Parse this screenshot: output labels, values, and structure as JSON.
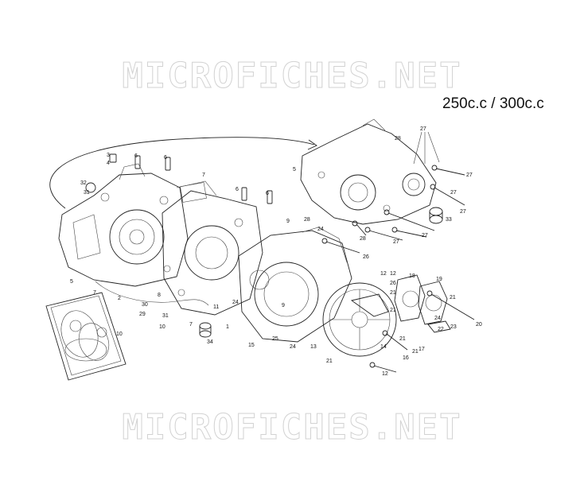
{
  "watermark": {
    "top": "MICROFICHES.NET",
    "bottom": "MICROFICHES.NET"
  },
  "variant_label": "250c.c / 300c.c",
  "part_labels": [
    "1",
    "2",
    "3",
    "4",
    "5",
    "6",
    "7",
    "8",
    "9",
    "10",
    "11",
    "12",
    "13",
    "14",
    "15",
    "16",
    "17",
    "18",
    "19",
    "20",
    "21",
    "22",
    "23",
    "24",
    "25",
    "26",
    "27",
    "28",
    "29",
    "30",
    "31",
    "32",
    "33",
    "34"
  ]
}
